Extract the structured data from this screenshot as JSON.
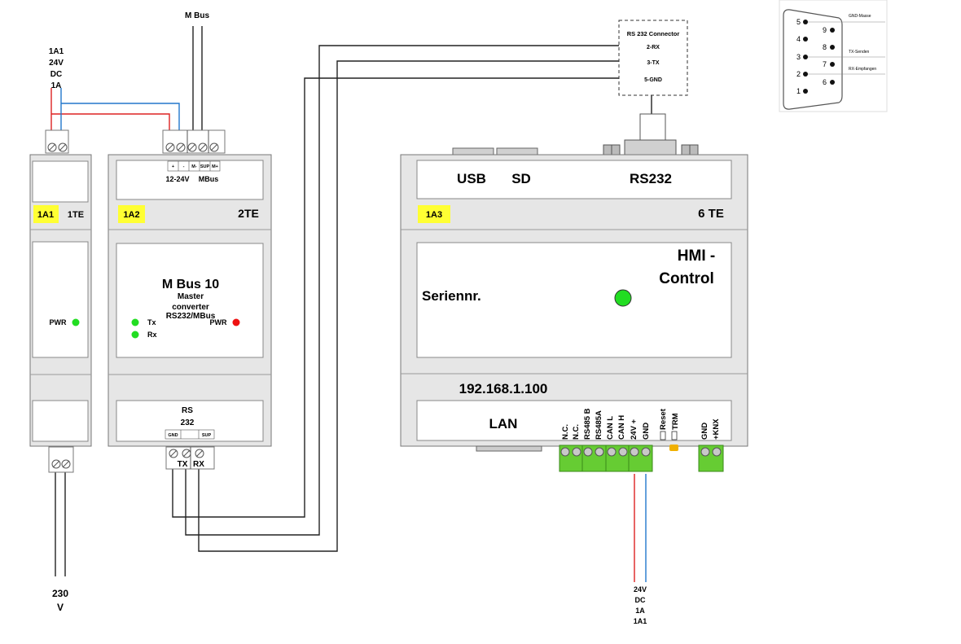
{
  "colors": {
    "device_face": "#ffffff",
    "device_band": "#e6e6e6",
    "device_border": "#777777",
    "label_yellow": "#ffff33",
    "terminal_green": "#66cc33",
    "led_green": "#22dd22",
    "led_red": "#ee1111",
    "wire_red": "#dd2222",
    "wire_blue": "#2277cc",
    "wire_black": "#222222",
    "orange": "#f0b000"
  },
  "supply_label": {
    "l1": "1A1",
    "l2": "24V",
    "l3": "DC",
    "l4": "1A"
  },
  "mbus_top_label": "M Bus",
  "mains_label": {
    "l1": "230",
    "l2": "V"
  },
  "dc_bottom_label": {
    "l1": "24V",
    "l2": "DC",
    "l3": "1A",
    "l4": "1A1"
  },
  "psu": {
    "tag": "1A1",
    "te": "1TE",
    "pwr": "PWR"
  },
  "mbus_device": {
    "tag": "1A2",
    "te": "2TE",
    "top_terminals": [
      "+",
      "-",
      "M-",
      "SUP",
      "M+"
    ],
    "top_label_left": "12-24V",
    "top_label_right": "MBus",
    "title": "M Bus 10",
    "subtitle1": "Master",
    "subtitle2": "converter",
    "subtitle3": "RS232/MBus",
    "tx": "Tx",
    "rx": "Rx",
    "pwr": "PWR",
    "rs_label1": "RS",
    "rs_label2": "232",
    "bottom_terminals": [
      "GND",
      "",
      "SUP"
    ],
    "txrx": [
      "TX",
      "RX"
    ]
  },
  "rs232_connector": {
    "title": "RS 232 Connector",
    "pins": [
      "2-RX",
      "3-TX",
      "5-GND"
    ]
  },
  "hmi": {
    "usb": "USB",
    "sd": "SD",
    "rs232": "RS232",
    "tag": "1A3",
    "te": "6 TE",
    "name1": "HMI -",
    "name2": "Control",
    "serial": "Seriennr.",
    "ip": "192.168.1.100",
    "lan": "LAN",
    "terminals": [
      "N.C.",
      "N.C.",
      "RS485 B",
      "RS485A",
      "CAN L",
      "CAN H",
      "24V +",
      "GND"
    ],
    "reset": "Reset",
    "trm": "TRM",
    "knx": [
      "GND",
      "+KNX"
    ]
  },
  "dsub_pinout": {
    "top_row": [
      "5",
      "4",
      "3",
      "2",
      "1"
    ],
    "bottom_row": [
      "9",
      "8",
      "7",
      "6"
    ],
    "annotations": [
      "GND-Masse",
      "TX-Senden",
      "RX-Empfangen"
    ]
  }
}
